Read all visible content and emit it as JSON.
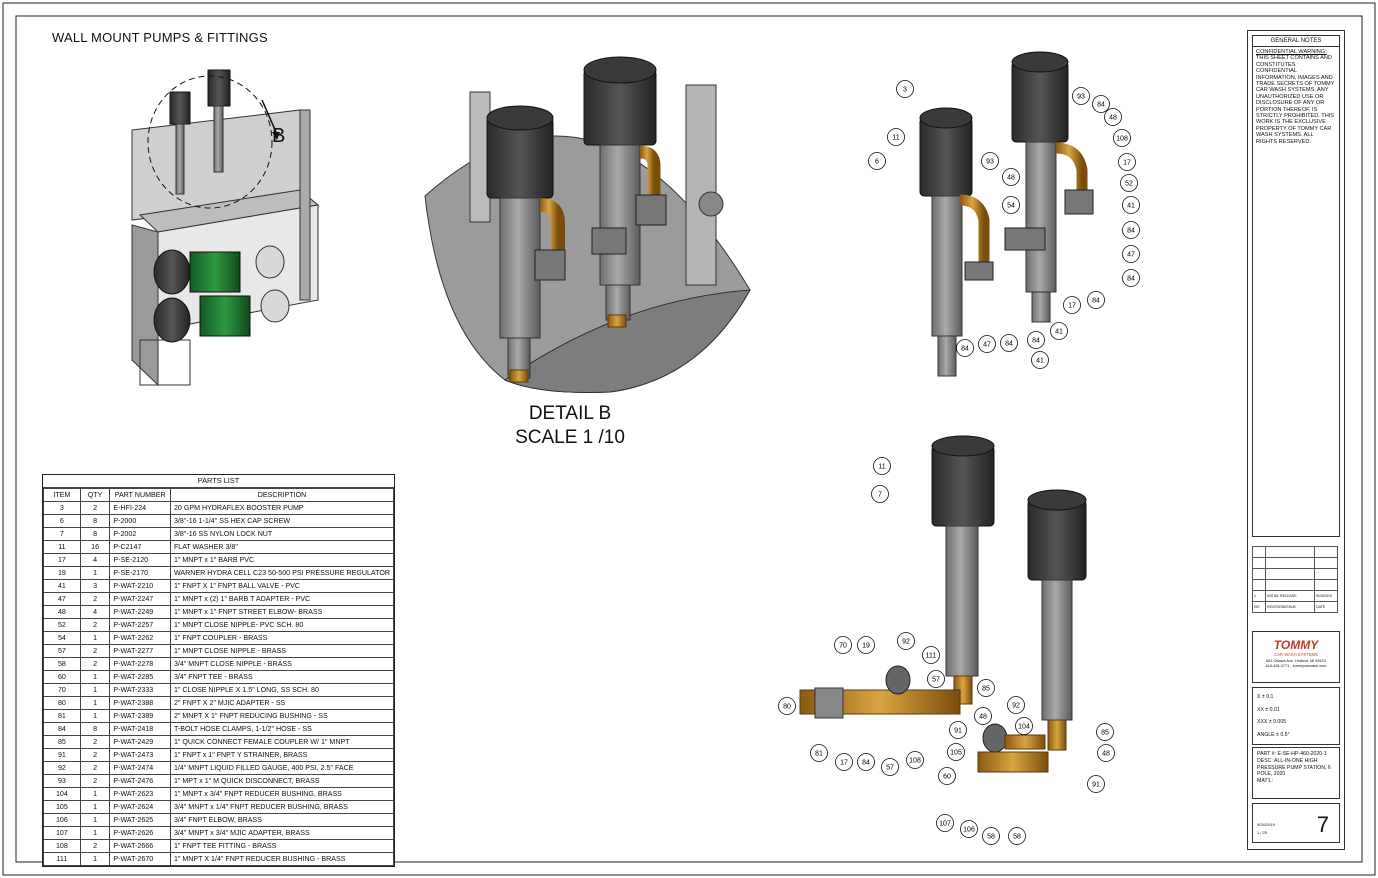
{
  "drawing": {
    "title": "WALL MOUNT PUMPS & FITTINGS",
    "detail_letter": "B",
    "detail_label": "DETAIL  B",
    "detail_scale": "SCALE 1 /10"
  },
  "balloons_top": [
    "3",
    "11",
    "6",
    "93",
    "48",
    "54",
    "93",
    "84",
    "48",
    "108",
    "17",
    "52",
    "41",
    "84",
    "47",
    "84",
    "84",
    "17",
    "41",
    "84",
    "84",
    "47",
    "84",
    "41"
  ],
  "balloons_bottom": [
    "11",
    "7",
    "70",
    "19",
    "92",
    "111",
    "57",
    "85",
    "80",
    "81",
    "17",
    "84",
    "57",
    "108",
    "91",
    "48",
    "92",
    "104",
    "105",
    "60",
    "85",
    "48",
    "91",
    "107",
    "106",
    "58",
    "58"
  ],
  "parts_list": {
    "caption": "PARTS LIST",
    "headers": [
      "ITEM",
      "QTY",
      "PART NUMBER",
      "DESCRIPTION"
    ],
    "rows": [
      [
        "3",
        "2",
        "E-HFI-224",
        "20 GPM HYDRAFLEX BOOSTER PUMP"
      ],
      [
        "6",
        "8",
        "P-2000",
        "3/8\"-16 1-1/4\" SS HEX CAP SCREW"
      ],
      [
        "7",
        "8",
        "P-2002",
        "3/8\"-16 SS NYLON LOCK NUT"
      ],
      [
        "11",
        "16",
        "P-C2147",
        "FLAT WASHER 3/8\""
      ],
      [
        "17",
        "4",
        "P-SE-2120",
        "1\" MNPT x 1\" BARB PVC"
      ],
      [
        "19",
        "1",
        "P-SE-2170",
        "WARNER HYDRA CELL C23 50-500 PSI PRESSURE REGULATOR"
      ],
      [
        "41",
        "3",
        "P-WAT-2210",
        "1\" FNPT X 1\" FNPT BALL VALVE - PVC"
      ],
      [
        "47",
        "2",
        "P-WAT-2247",
        "1\" MNPT x (2) 1\" BARB T ADAPTER - PVC"
      ],
      [
        "48",
        "4",
        "P-WAT-2249",
        "1\" MNPT x 1\" FNPT STREET ELBOW- BRASS"
      ],
      [
        "52",
        "2",
        "P-WAT-2257",
        "1\" MNPT CLOSE NIPPLE- PVC SCH. 80"
      ],
      [
        "54",
        "1",
        "P-WAT-2262",
        "1\" FNPT COUPLER - BRASS"
      ],
      [
        "57",
        "2",
        "P-WAT-2277",
        "1\" MNPT CLOSE NIPPLE - BRASS"
      ],
      [
        "58",
        "2",
        "P-WAT-2278",
        "3/4\" MNPT CLOSE NIPPLE - BRASS"
      ],
      [
        "60",
        "1",
        "P-WAT-2285",
        "3/4\" FNPT TEE - BRASS"
      ],
      [
        "70",
        "1",
        "P-WAT-2333",
        "1\" CLOSE NIPPLE X 1.5\" LONG, SS SCH. 80"
      ],
      [
        "80",
        "1",
        "P-WAT-2388",
        "2\" FNPT X 2\" MJIC ADAPTER - SS"
      ],
      [
        "81",
        "1",
        "P-WAT-2389",
        "2\" MNPT X 1\" FNPT REDUCING BUSHING - SS"
      ],
      [
        "84",
        "8",
        "P-WAT-2418",
        "T-BOLT HOSE CLAMPS, 1-1/2\" HOSE - SS"
      ],
      [
        "85",
        "2",
        "P-WAT-2429",
        "1\" QUICK CONNECT FEMALE COUPLER W/ 1\" MNPT"
      ],
      [
        "91",
        "2",
        "P-WAT-2473",
        "1\" FNPT x 1\" FNPT Y STRAINER, BRASS"
      ],
      [
        "92",
        "2",
        "P-WAT-2474",
        "1/4\" MNPT LIQUID FILLED GAUGE, 400 PSI, 2.5\" FACE"
      ],
      [
        "93",
        "2",
        "P-WAT-2476",
        "1\" MPT x 1\" M QUICK DISCONNECT, BRASS"
      ],
      [
        "104",
        "1",
        "P-WAT-2623",
        "1\" MNPT x 3/4\" FNPT REDUCER BUSHING, BRASS"
      ],
      [
        "105",
        "1",
        "P-WAT-2624",
        "3/4\" MNPT x 1/4\" FNPT REDUCER BUSHING, BRASS"
      ],
      [
        "106",
        "1",
        "P-WAT-2625",
        "3/4\" FNPT ELBOW, BRASS"
      ],
      [
        "107",
        "1",
        "P-WAT-2626",
        "3/4\" MNPT x 3/4\" MJIC ADAPTER, BRASS"
      ],
      [
        "108",
        "2",
        "P-WAT-2666",
        "1\" FNPT TEE FITTING - BRASS"
      ],
      [
        "111",
        "1",
        "P-WAT-2670",
        "1\" MNPT X 1/4\" FNPT REDUCER BUSHING - BRASS"
      ]
    ]
  },
  "title_block": {
    "notes_header": "GENERAL NOTES",
    "notes_warning": "CONFIDENTIAL WARNING:",
    "notes_body": "THIS SHEET CONTAINS AND CONSTITUTES CONFIDENTIAL INFORMATION, IMAGES AND TRADE SECRETS OF TOMMY CAR WASH SYSTEMS. ANY UNAUTHORIZED USE OR DISCLOSURE OF ANY OR PORTION THEREOF, IS STRICTLY PROHIBITED. THIS WORK IS THE EXCLUSIVE PROPERTY OF TOMMY CAR WASH SYSTEMS. ALL RIGHTS RESERVED.",
    "rev_row": [
      "1",
      "INITIAL RELEASE",
      "9/24/2019"
    ],
    "rev_header": [
      "NO.",
      "REVISION/ISSUE",
      "DATE"
    ],
    "logo": "TOMMY",
    "logo_sub": "CAR WASH SYSTEMS",
    "address": "581 Ottawa Ave. Holland, MI 49423",
    "phone": "616-494-0771 - tommycarwash.com",
    "tolerances": [
      "X ± 0.1",
      "XX ± 0.01",
      "XXX ± 0.005",
      "ANGLE ± 0.5°"
    ],
    "part_number": "PART #: E-SE-HP-460-2020-1",
    "description": "DESC: ALL-IN-ONE HIGH PRESSURE PUMP STATION, 6 POLE, 2020",
    "material": "MAT'L:",
    "date": "9/24/2019",
    "scale": "1 / 25",
    "sheet": "7"
  }
}
